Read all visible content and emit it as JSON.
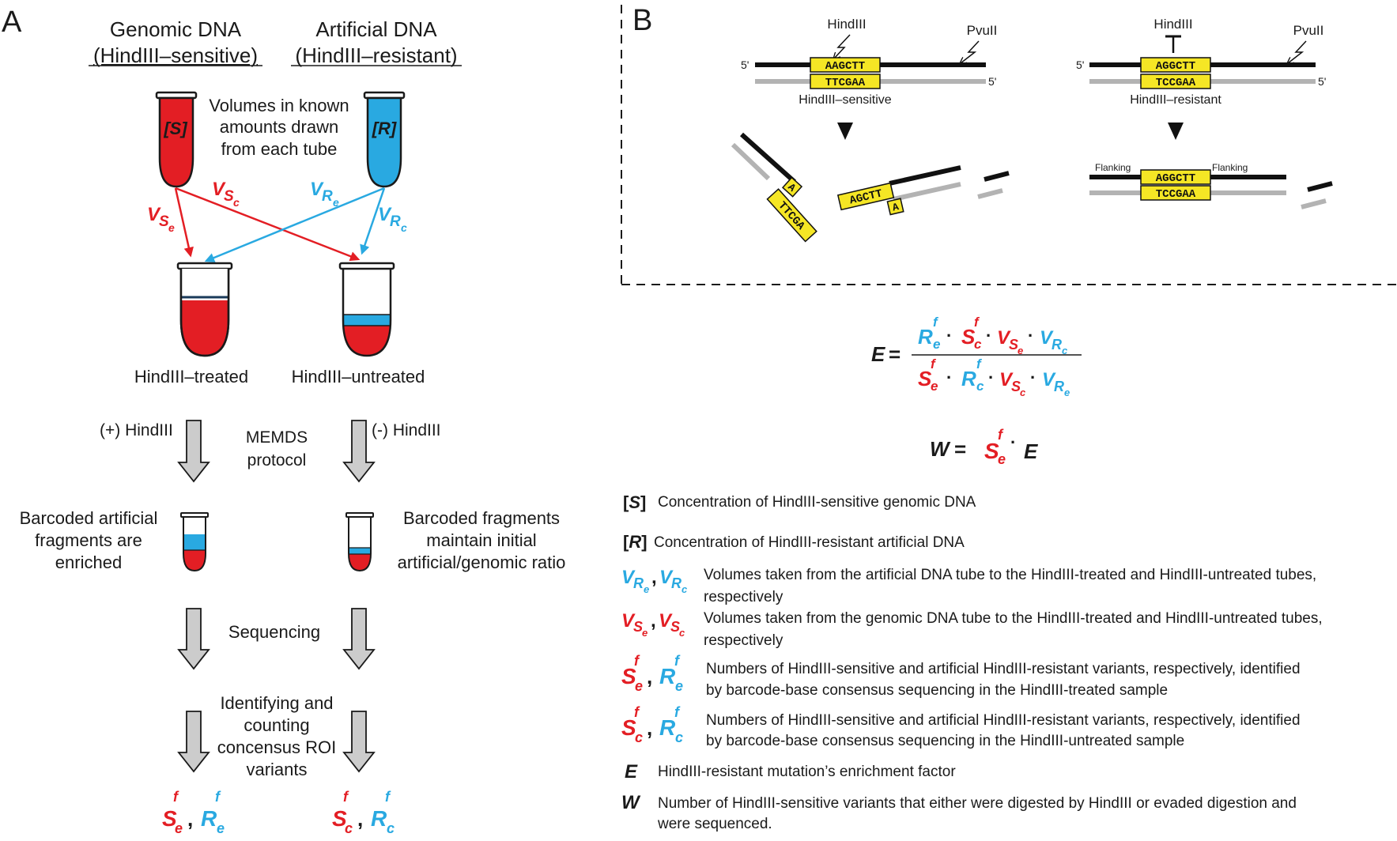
{
  "panel_a": {
    "label": "A",
    "genomic_title": "Genomic DNA",
    "genomic_sub": "(HindIII–sensitive)",
    "artificial_title": "Artificial DNA",
    "artificial_sub": "(HindIII–resistant)",
    "tube_s_label": "[S]",
    "tube_r_label": "[R]",
    "volumes_text": [
      "Volumes in known",
      "amounts drawn",
      "from each tube"
    ],
    "treated_label": "HindIII–treated",
    "untreated_label": "HindIII–untreated",
    "plus_hind": "(+) HindIII",
    "minus_hind": "(-) HindIII",
    "memds": [
      "MEMDS",
      "protocol"
    ],
    "barcoded_left": [
      "Barcoded artificial",
      "fragments are",
      "enriched"
    ],
    "barcoded_right": [
      "Barcoded fragments",
      "maintain initial",
      "artificial/genomic ratio"
    ],
    "sequencing": "Sequencing",
    "identifying": [
      "Identifying and",
      "counting",
      "concensus ROI",
      "variants"
    ]
  },
  "panel_b": {
    "label": "B",
    "hindiii": "HindIII",
    "pvuii": "PvuII",
    "five_prime": "5'",
    "seq_top_sensitive": "AAGCTT",
    "seq_bottom_sensitive": "TTCGAA",
    "seq_top_resistant": "AGGCTT",
    "seq_bottom_resistant": "TCCGAA",
    "sensitive_label": "HindIII–sensitive",
    "resistant_label": "HindIII–resistant",
    "cut_left_a": "A",
    "cut_left_bottom": "TTCGA",
    "cut_right_top": "AGCTT",
    "cut_right_a": "A",
    "flanking": "Flanking"
  },
  "legend": [
    {
      "desc": "Concentration of HindIII-sensitive genomic DNA"
    },
    {
      "desc": "Concentration of HindIII-resistant artificial DNA"
    },
    {
      "desc": [
        "Volumes taken from the artificial DNA tube to the HindIII-treated and HindIII-untreated tubes,",
        "respectively"
      ]
    },
    {
      "desc": [
        "Volumes taken from the genomic DNA tube to the HindIII-treated and HindIII-untreated tubes,",
        "respectively"
      ]
    },
    {
      "desc": [
        "Numbers of HindIII-sensitive and artificial HindIII-resistant variants, respectively, identified",
        "by barcode-base consensus sequencing in the HindIII-treated sample"
      ]
    },
    {
      "desc": [
        "Numbers of HindIII-sensitive and artificial HindIII-resistant variants, respectively, identified",
        "by barcode-base consensus sequencing in the HindIII-untreated sample"
      ]
    },
    {
      "desc": "HindIII-resistant mutation’s enrichment factor"
    },
    {
      "desc": [
        "Number of HindIII-sensitive variants that either were digested by HindIII or evaded digestion and",
        "were sequenced."
      ]
    }
  ],
  "colors": {
    "red": "#e31e24",
    "blue": "#29a9e1",
    "yellow": "#f5e625",
    "gray": "#b3b3b3",
    "arrow_gray": "#cccccc"
  }
}
